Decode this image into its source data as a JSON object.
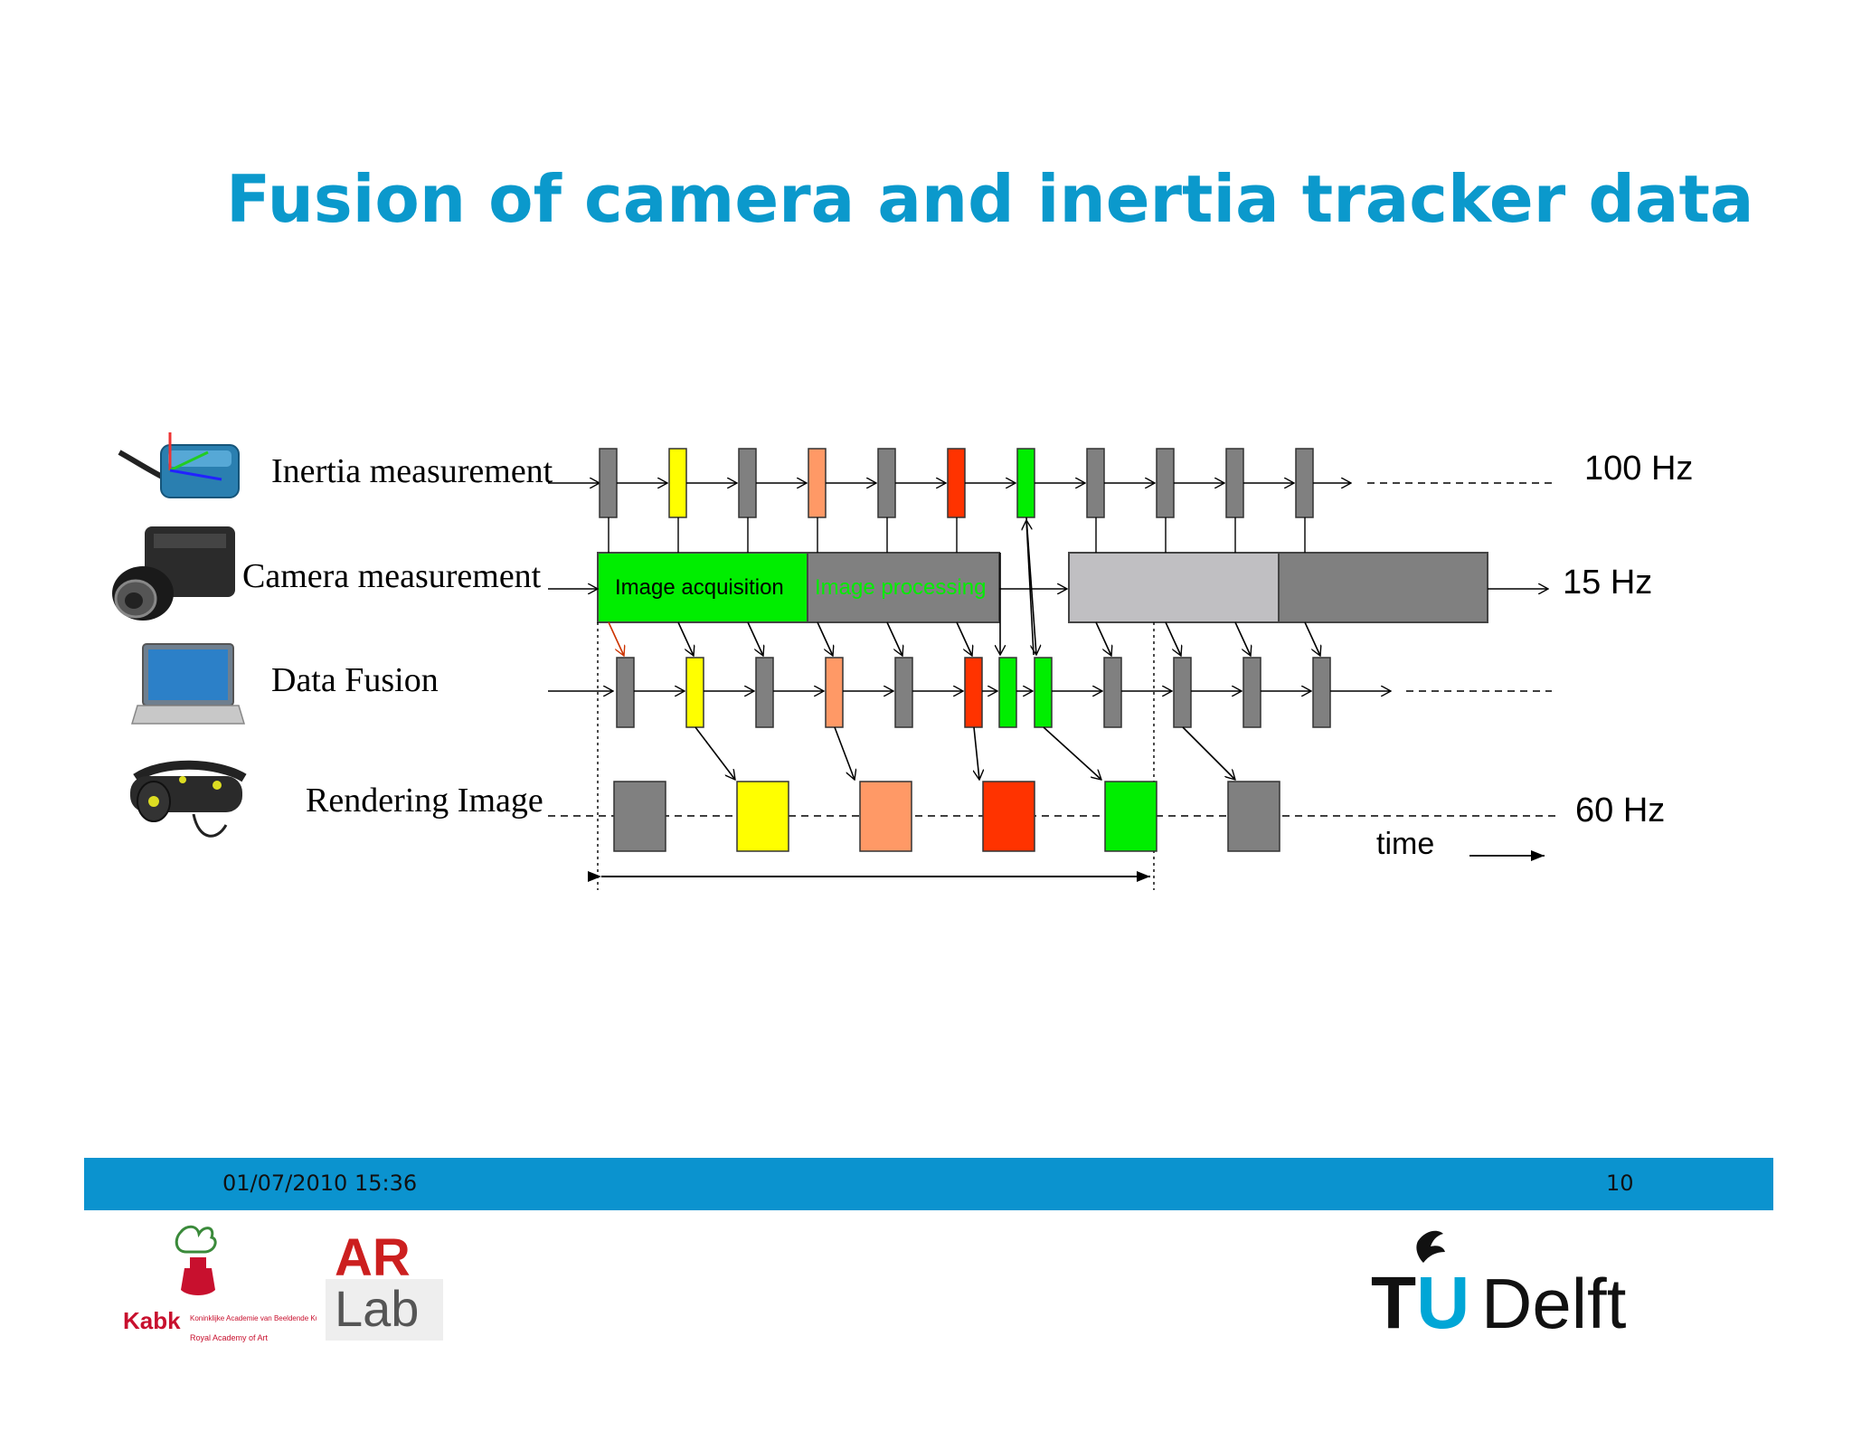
{
  "slide": {
    "title": "Fusion of camera and inertia tracker data",
    "footer_date": "01/07/2010 15:36",
    "page_number": "10"
  },
  "rows": {
    "inertia": {
      "label": "Inertia measurement",
      "rate": "100 Hz"
    },
    "camera": {
      "label": "Camera measurement",
      "rate": "15 Hz"
    },
    "fusion": {
      "label": "Data Fusion"
    },
    "rendering": {
      "label": "Rendering Image",
      "rate": "60 Hz"
    }
  },
  "camera_blocks": {
    "acquisition": "Image acquisition",
    "processing": "Image processing"
  },
  "time_label": "time",
  "colors": {
    "gray": "#808080",
    "light_gray": "#c0bfc2",
    "yellow": "#ffff00",
    "orange": "#ff9966",
    "red": "#ff3300",
    "green": "#00ee00",
    "title_blue": "#0b99cc",
    "footer_blue": "#0b93cf"
  },
  "sequence": {
    "inertia": [
      "gray",
      "yellow",
      "gray",
      "orange",
      "gray",
      "red",
      "green",
      "gray",
      "gray",
      "gray",
      "gray"
    ],
    "fusion": [
      "gray",
      "yellow",
      "gray",
      "orange",
      "gray",
      "red",
      "green",
      "green",
      "gray",
      "gray",
      "gray",
      "gray"
    ],
    "rendering": [
      "gray",
      "yellow",
      "orange",
      "red",
      "green",
      "gray"
    ]
  },
  "logos": {
    "kabk_letters": "Kabk",
    "kabk_name": "Koninklijke Academie van Beeldende Kunsten",
    "kabk_sub": "Royal Academy of Art",
    "arlab_top": "AR",
    "arlab_bottom": "Lab",
    "tudelft_tu": "TU",
    "tudelft_delft": "Delft"
  }
}
